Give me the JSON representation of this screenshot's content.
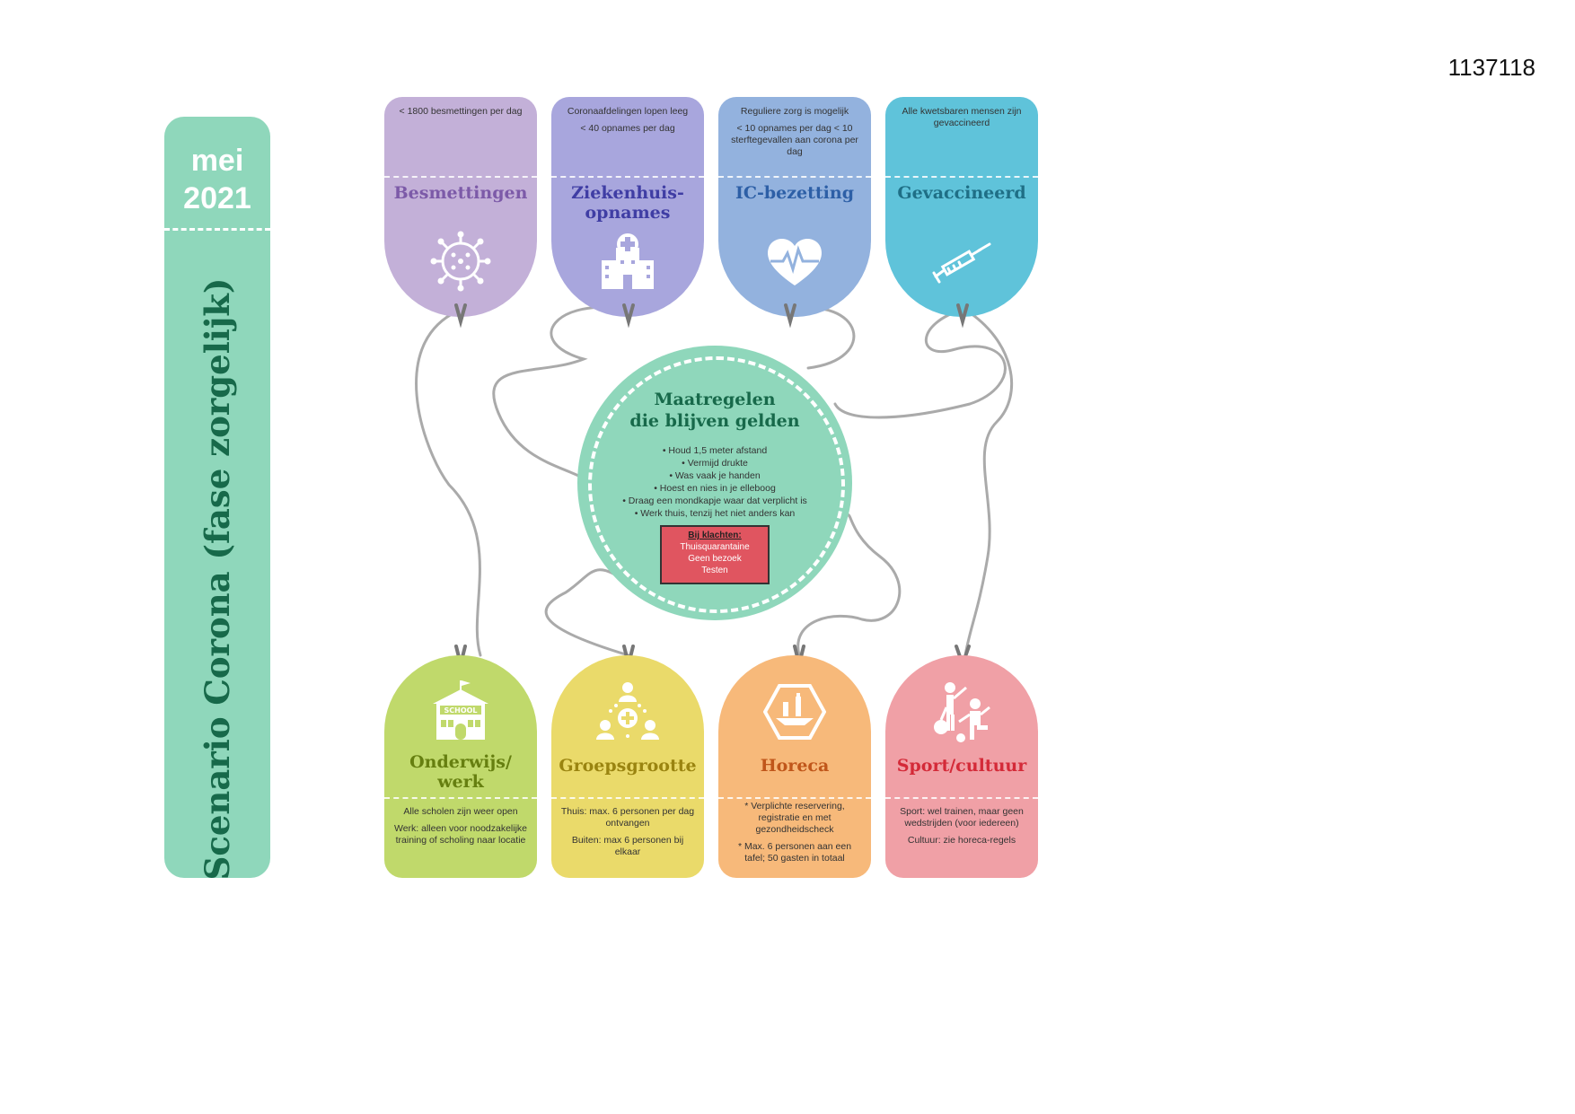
{
  "doc_number": "1137118",
  "side": {
    "month": "mei",
    "year": "2021",
    "title": "Scenario Corona (fase zorgelijk)"
  },
  "top_tags": [
    {
      "title_lines": [
        "Besmettingen"
      ],
      "desc": [
        "< 1800 besmettingen per dag"
      ],
      "icon": "virus-icon",
      "color": "#c3b0d8",
      "title_color": "#7c5aa8"
    },
    {
      "title_lines": [
        "Ziekenhuis-",
        "opnames"
      ],
      "desc": [
        "Coronaafdelingen lopen leeg",
        "< 40 opnames per dag"
      ],
      "icon": "hospital-icon",
      "color": "#a8a6dd",
      "title_color": "#3f3da4"
    },
    {
      "title_lines": [
        "IC-bezetting"
      ],
      "desc": [
        "Reguliere zorg is mogelijk",
        "< 10 opnames per dag < 10 sterftegevallen aan corona per dag"
      ],
      "icon": "heartbeat-icon",
      "color": "#93b2de",
      "title_color": "#2d5fa6"
    },
    {
      "title_lines": [
        "Gevaccineerd"
      ],
      "desc": [
        "Alle kwetsbaren mensen zijn gevaccineerd"
      ],
      "icon": "syringe-icon",
      "color": "#5fc3da",
      "title_color": "#1f6f86"
    }
  ],
  "bottom_tags": [
    {
      "title_lines": [
        "Onderwijs/",
        "werk"
      ],
      "desc": [
        "Alle scholen zijn weer open",
        "Werk: alleen voor noodzakelijke training of scholing naar locatie"
      ],
      "icon": "school-icon",
      "icon_text": "SCHOOL",
      "color": "#c0d96b",
      "title_color": "#667f10"
    },
    {
      "title_lines": [
        "Groepsgrootte"
      ],
      "desc": [
        "Thuis: max. 6 personen per dag ontvangen",
        "Buiten: max 6 personen bij elkaar"
      ],
      "icon": "group-icon",
      "color": "#eada6a",
      "title_color": "#9a8410"
    },
    {
      "title_lines": [
        "Horeca"
      ],
      "desc": [
        "* Verplichte reservering, registratie en met gezondheidscheck",
        "* Max. 6 personen aan een tafel; 50 gasten in totaal"
      ],
      "icon": "restaurant-icon",
      "color": "#f7b97a",
      "title_color": "#c0561a"
    },
    {
      "title_lines": [
        "Sport/cultuur"
      ],
      "desc": [
        "Sport: wel trainen, maar geen wedstrijden (voor iedereen)",
        "Cultuur: zie horeca-regels"
      ],
      "icon": "sport-icon",
      "color": "#f0a0a6",
      "title_color": "#d42a38"
    }
  ],
  "center": {
    "title_lines": [
      "Maatregelen",
      "die blijven gelden"
    ],
    "measures": [
      "Houd 1,5 meter afstand",
      "Vermijd drukte",
      "Was vaak je handen",
      "Hoest en nies in je elleboog",
      "Draag een mondkapje waar dat verplicht is",
      "Werk thuis, tenzij het niet anders kan"
    ],
    "complaints_title": "Bij klachten:",
    "complaints": [
      "Thuisquarantaine",
      "Geen bezoek",
      "Testen"
    ],
    "color": "#8fd7bb",
    "alert_color": "#e05560"
  }
}
